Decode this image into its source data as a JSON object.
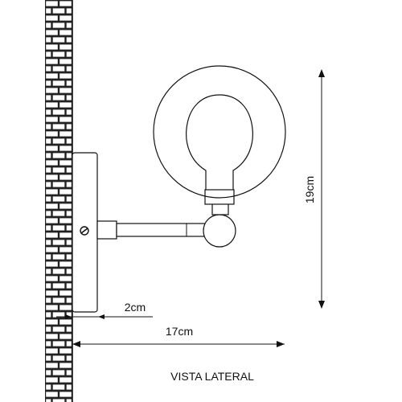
{
  "drawing": {
    "title": "VISTA LATERAL",
    "dimensions": {
      "height_label": "19cm",
      "depth_label": "17cm",
      "base_label": "2cm"
    }
  },
  "colors": {
    "line": "#111111",
    "background": "#ffffff",
    "wall_mortar": "#ffffff"
  }
}
